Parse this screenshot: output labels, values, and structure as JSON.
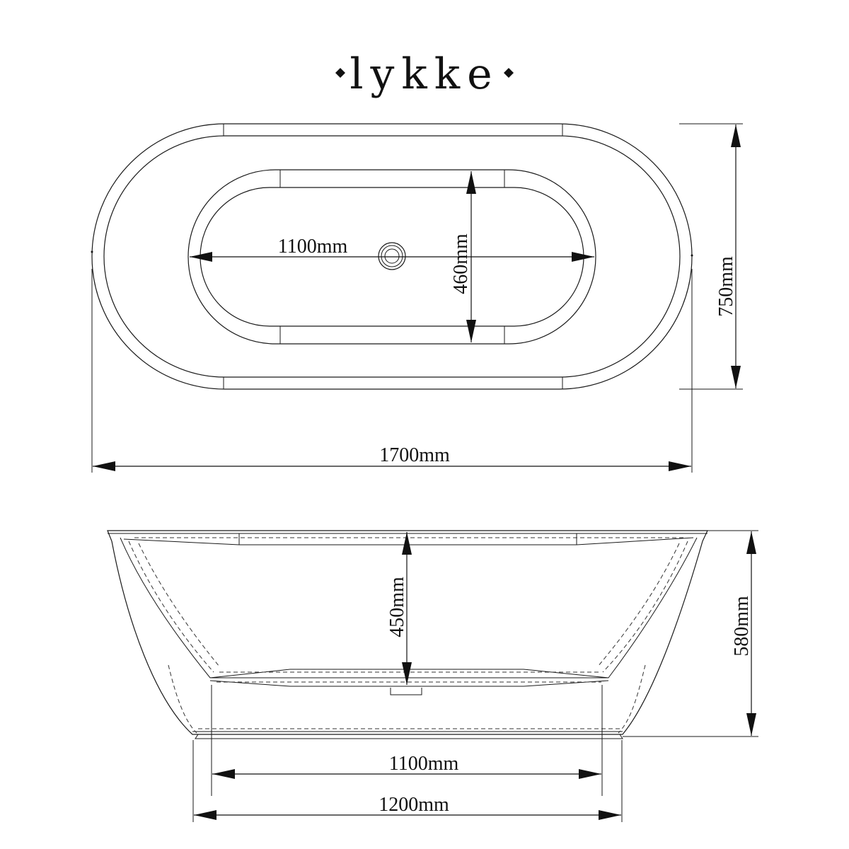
{
  "brand": {
    "name": "lykke"
  },
  "top_view": {
    "overall_length": "1700mm",
    "overall_width": "750mm",
    "inner_length": "1100mm",
    "inner_width": "460mm"
  },
  "side_view": {
    "overall_height": "580mm",
    "inner_depth": "450mm",
    "bottom_inner_length": "1100mm",
    "base_length": "1200mm"
  }
}
